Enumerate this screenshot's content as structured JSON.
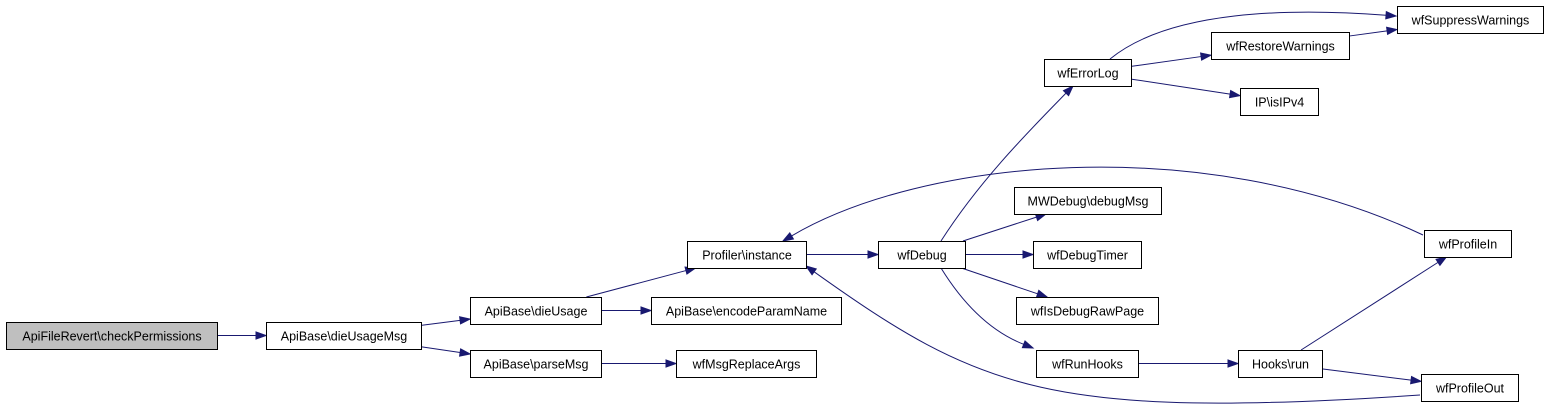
{
  "colors": {
    "edge": "#191970",
    "node_fill": "#ffffff",
    "root_fill": "#bfbfbf",
    "border": "#000000"
  },
  "nodes": [
    {
      "id": "root",
      "label": "ApiFileRevert\\checkPermissions",
      "root": true
    },
    {
      "id": "dieUsageMsg",
      "label": "ApiBase\\dieUsageMsg"
    },
    {
      "id": "dieUsage",
      "label": "ApiBase\\dieUsage"
    },
    {
      "id": "parseMsg",
      "label": "ApiBase\\parseMsg"
    },
    {
      "id": "profilerInstance",
      "label": "Profiler\\instance"
    },
    {
      "id": "encodeParamName",
      "label": "ApiBase\\encodeParamName"
    },
    {
      "id": "wfMsgReplaceArgs",
      "label": "wfMsgReplaceArgs"
    },
    {
      "id": "wfDebug",
      "label": "wfDebug"
    },
    {
      "id": "wfErrorLog",
      "label": "wfErrorLog"
    },
    {
      "id": "mwDebugMsg",
      "label": "MWDebug\\debugMsg"
    },
    {
      "id": "wfDebugTimer",
      "label": "wfDebugTimer"
    },
    {
      "id": "wfIsDebugRawPage",
      "label": "wfIsDebugRawPage"
    },
    {
      "id": "wfRunHooks",
      "label": "wfRunHooks"
    },
    {
      "id": "wfSuppressWarnings",
      "label": "wfSuppressWarnings"
    },
    {
      "id": "wfRestoreWarnings",
      "label": "wfRestoreWarnings"
    },
    {
      "id": "ipIsIPv4",
      "label": "IP\\isIPv4"
    },
    {
      "id": "hooksRun",
      "label": "Hooks\\run"
    },
    {
      "id": "wfProfileIn",
      "label": "wfProfileIn"
    },
    {
      "id": "wfProfileOut",
      "label": "wfProfileOut"
    }
  ],
  "edges": [
    {
      "from": "root",
      "to": "dieUsageMsg"
    },
    {
      "from": "dieUsageMsg",
      "to": "dieUsage"
    },
    {
      "from": "dieUsageMsg",
      "to": "parseMsg"
    },
    {
      "from": "dieUsage",
      "to": "profilerInstance"
    },
    {
      "from": "dieUsage",
      "to": "encodeParamName"
    },
    {
      "from": "parseMsg",
      "to": "wfMsgReplaceArgs"
    },
    {
      "from": "profilerInstance",
      "to": "wfDebug"
    },
    {
      "from": "wfDebug",
      "to": "wfErrorLog"
    },
    {
      "from": "wfDebug",
      "to": "mwDebugMsg"
    },
    {
      "from": "wfDebug",
      "to": "wfDebugTimer"
    },
    {
      "from": "wfDebug",
      "to": "wfIsDebugRawPage"
    },
    {
      "from": "wfDebug",
      "to": "wfRunHooks"
    },
    {
      "from": "wfErrorLog",
      "to": "wfSuppressWarnings"
    },
    {
      "from": "wfErrorLog",
      "to": "wfRestoreWarnings"
    },
    {
      "from": "wfErrorLog",
      "to": "ipIsIPv4"
    },
    {
      "from": "wfRestoreWarnings",
      "to": "wfSuppressWarnings"
    },
    {
      "from": "wfRunHooks",
      "to": "hooksRun"
    },
    {
      "from": "hooksRun",
      "to": "wfProfileIn"
    },
    {
      "from": "hooksRun",
      "to": "wfProfileOut"
    },
    {
      "from": "wfProfileIn",
      "to": "profilerInstance"
    },
    {
      "from": "wfProfileOut",
      "to": "profilerInstance"
    }
  ]
}
